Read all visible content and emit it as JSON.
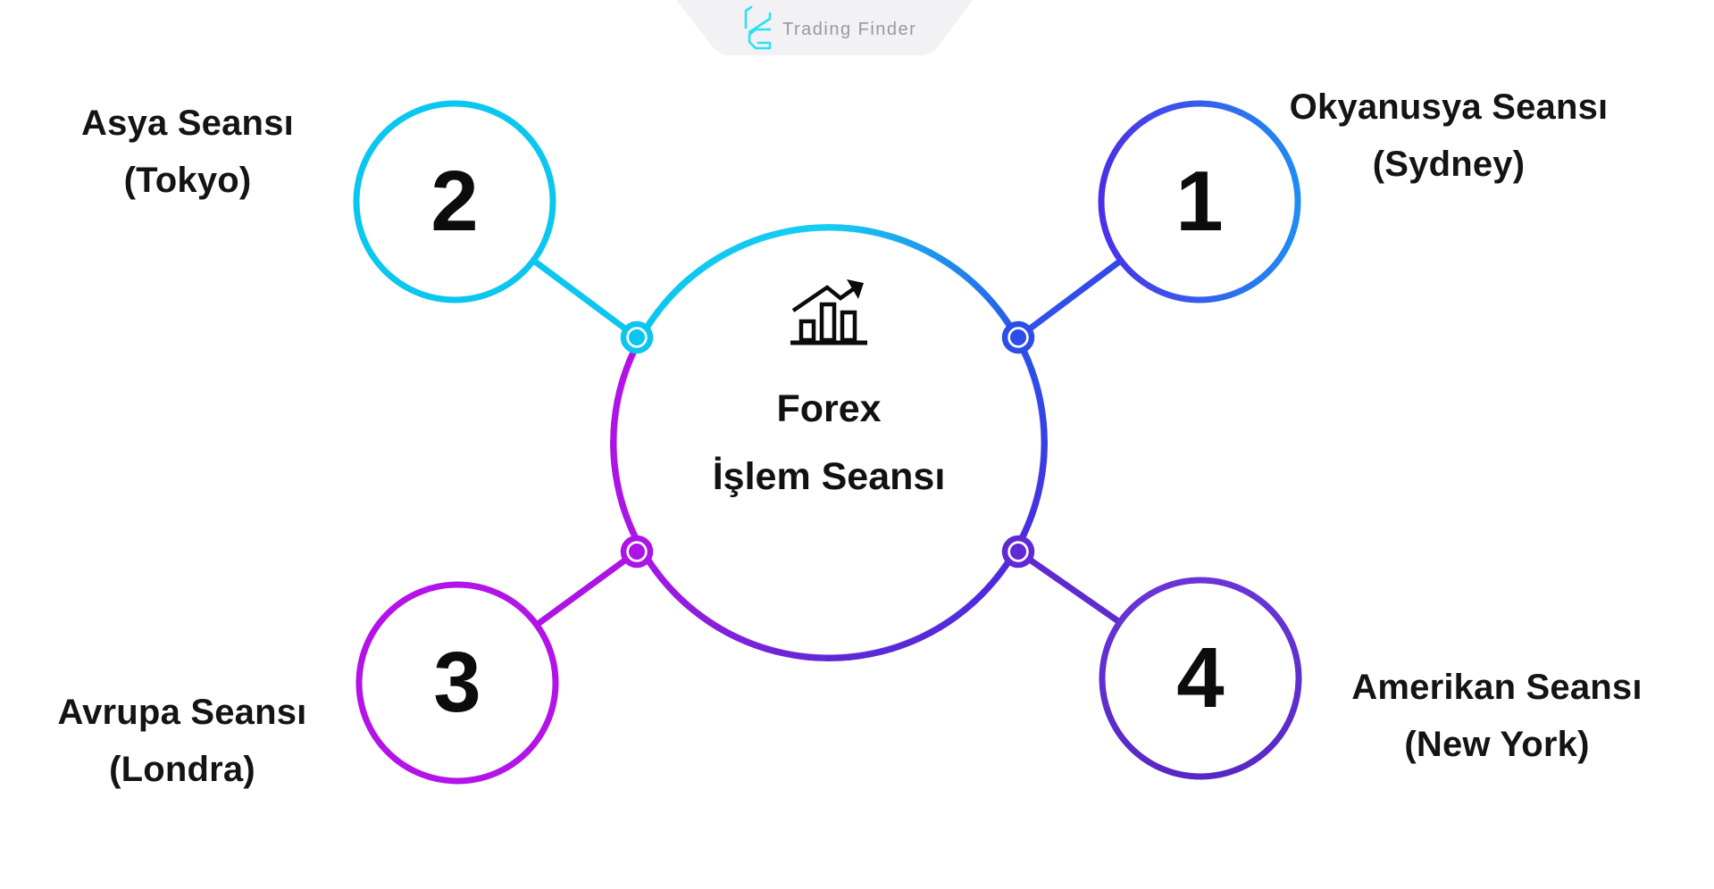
{
  "brand": {
    "name": "Trading Finder"
  },
  "center": {
    "icon": "bar-chart-trend-up-icon",
    "title_line1": "Forex",
    "title_line2": "İşlem Seansı"
  },
  "sessions": [
    {
      "number": "1",
      "name": "Okyanusya Seansı",
      "city": "(Sydney)",
      "position": "top-right",
      "color": "#2C4DE9"
    },
    {
      "number": "2",
      "name": "Asya Seansı",
      "city": "(Tokyo)",
      "position": "top-left",
      "color": "#0BC6EF"
    },
    {
      "number": "3",
      "name": "Avrupa Seansı",
      "city": "(Londra)",
      "position": "bottom-left",
      "color": "#B313E8"
    },
    {
      "number": "4",
      "name": "Amerikan Seansı",
      "city": "(New York)",
      "position": "bottom-right",
      "color": "#5E2BD0"
    }
  ],
  "colors": {
    "cyan": "#0BC6EF",
    "blue_gradient_start": "#4B2FE8",
    "blue_gradient_end": "#1E8DF2",
    "magenta": "#B313E8",
    "violet": "#6130D2",
    "ring_top": "#17CDF2",
    "ring_right": "#2754E9",
    "ring_bottom": "#5F28D6",
    "ring_left_lower": "#A915E5",
    "banner_bg": "#F2F2F4",
    "brand_text": "#97999C",
    "text": "#141414"
  }
}
